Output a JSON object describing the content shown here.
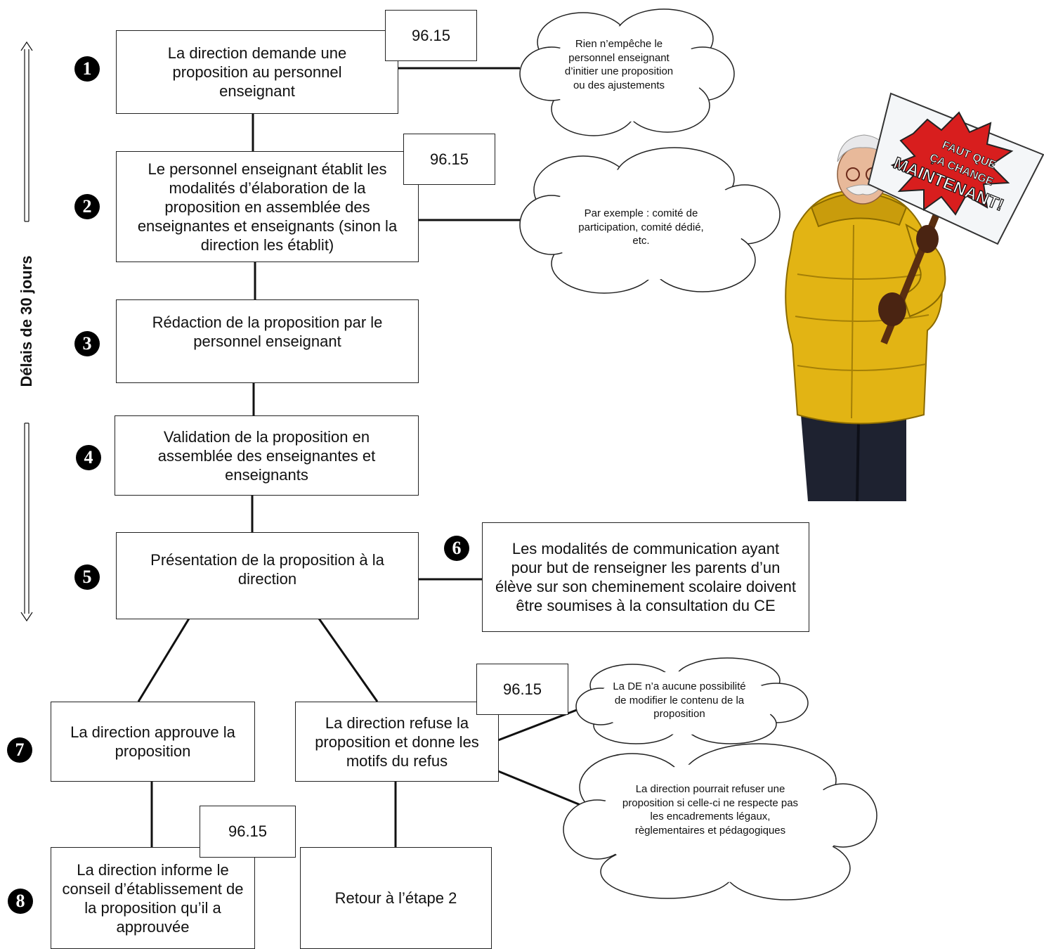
{
  "side_label": "Délais de 30 jours",
  "steps": {
    "s1": {
      "num": "1",
      "text": "La direction demande une proposition au personnel enseignant"
    },
    "s2": {
      "num": "2",
      "text": "Le personnel enseignant établit les modalités d’élaboration de la proposition en assemblée des enseignantes et enseignants (sinon la direction les établit)"
    },
    "s3": {
      "num": "3",
      "text": "Rédaction de la proposition par le personnel enseignant"
    },
    "s4": {
      "num": "4",
      "text": "Validation de la proposition en assemblée des enseignantes et enseignants"
    },
    "s5": {
      "num": "5",
      "text": "Présentation de la proposition à la direction"
    },
    "s6": {
      "num": "6",
      "text": "Les modalités de communication ayant pour but de renseigner les parents d’un élève sur son cheminement scolaire doivent être soumises à la consultation du CE"
    },
    "s7a": {
      "num": "7",
      "text": "La direction approuve la proposition"
    },
    "s7b": {
      "text": "La direction refuse la proposition et donne les motifs du refus"
    },
    "s8a": {
      "num": "8",
      "text": "La direction informe le conseil d’établissement de la proposition qu’il a approuvée"
    },
    "s8b": {
      "text": "Retour à l’étape 2"
    }
  },
  "ref_label": "96.15",
  "clouds": {
    "c1": "Rien n’empêche le personnel enseignant d’initier une proposition ou des ajustements",
    "c2": "Par exemple : comité de participation, comité dédié, etc.",
    "c3": "La DE n’a aucune possibilité de modifier le contenu de la proposition",
    "c4": "La direction pourrait refuser une proposition si celle-ci ne respecte pas les encadrements légaux, règlementaires et pédagogiques"
  },
  "sign": {
    "line1": "FAUT QUE",
    "line2": "ÇA CHANGE",
    "line3": "MAINTENANT!"
  },
  "colors": {
    "jacket": "#E2B414",
    "sign_burst": "#D81E1E",
    "pants": "#1E2230"
  }
}
